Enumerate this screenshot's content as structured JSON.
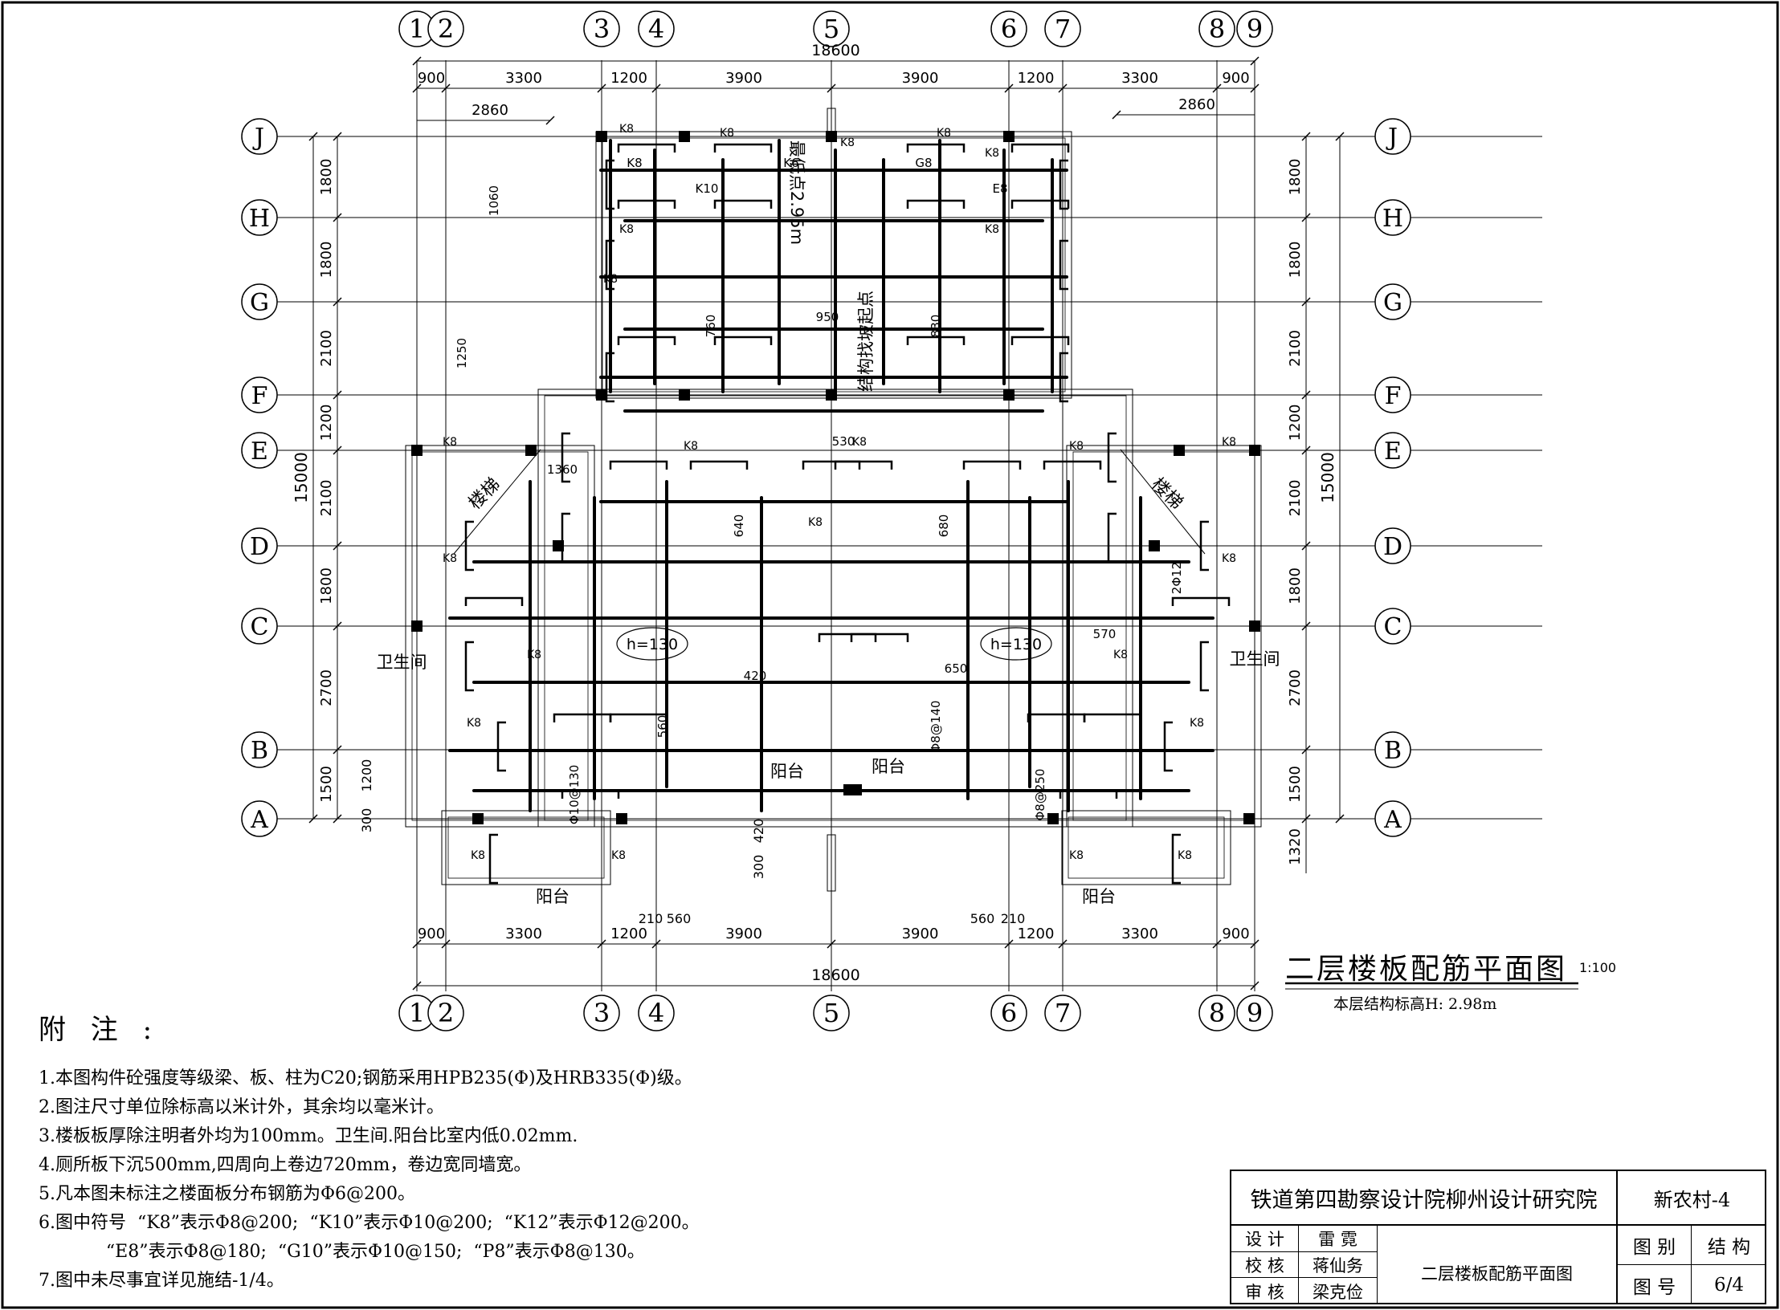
{
  "drawing": {
    "title": "二层楼板配筋平面图",
    "scale": "1:100",
    "elevation_note": "本层结构标高H: 2.98m"
  },
  "grid": {
    "columns": [
      "1",
      "2",
      "3",
      "4",
      "5",
      "6",
      "7",
      "8",
      "9"
    ],
    "rows": [
      "J",
      "H",
      "G",
      "F",
      "E",
      "D",
      "C",
      "B",
      "A"
    ]
  },
  "dimensions": {
    "total_width": "18600",
    "bays": [
      "900",
      "3300",
      "1200",
      "3900",
      "3900",
      "1200",
      "3300",
      "900"
    ],
    "top_partial_left": "2860",
    "top_partial_right": "2860",
    "total_height": "15000",
    "row_spacings": [
      "1800",
      "1800",
      "2100",
      "1200",
      "2100",
      "1800",
      "2700",
      "1500"
    ],
    "left_extra": [
      "1200",
      "300"
    ],
    "right_extra": "1320",
    "bottom_small_left": [
      "210",
      "560"
    ],
    "bottom_small_right": [
      "560",
      "210"
    ],
    "bottom_vertical": [
      "420",
      "300"
    ]
  },
  "labels": {
    "stair": "楼梯",
    "toilet": "卫生间",
    "balcony": "阳台",
    "lowest_point": "最低点2.95m",
    "slope_start": "结构找坡起点",
    "thickness": "h=130"
  },
  "rebar_tags": [
    "K8",
    "K10",
    "K6",
    "G8",
    "E8",
    "570",
    "530",
    "420",
    "650",
    "760",
    "830",
    "950",
    "1060",
    "1250",
    "1360",
    "640",
    "680",
    "560",
    "Φ8@140",
    "Φ10@130",
    "Φ8@250",
    "2Φ12"
  ],
  "notes": {
    "heading": "附  注 :",
    "items": [
      "1.本图构件砼强度等级梁、板、柱为C20;钢筋采用HPB235(Φ)及HRB335(Φ)级。",
      "2.图注尺寸单位除标高以米计外，其余均以毫米计。",
      "3.楼板板厚除注明者外均为100mm。卫生间.阳台比室内低0.02mm.",
      "4.厕所板下沉500mm,四周向上卷边720mm，卷边宽同墙宽。",
      "5.凡本图未标注之楼面板分布钢筋为Φ6@200。",
      "6.图中符号  “K8”表示Φ8@200;  “K10”表示Φ10@200;  “K12”表示Φ12@200。",
      "            “E8”表示Φ8@180;  “G10”表示Φ10@150;  “P8”表示Φ8@130。",
      "7.图中未尽事宜详见施结-1/4。"
    ]
  },
  "title_block": {
    "company": "铁道第四勘察设计院柳州设计研究院",
    "project": "新农村-4",
    "roles": [
      {
        "role": "设  计",
        "name": "雷  霓"
      },
      {
        "role": "校  核",
        "name": "蒋仙务"
      },
      {
        "role": "审  核",
        "name": "梁克俭"
      }
    ],
    "drawing_name": "二层楼板配筋平面图",
    "category_label": "图  别",
    "category_value": "结  构",
    "number_label": "图  号",
    "number_value": "6/4"
  }
}
